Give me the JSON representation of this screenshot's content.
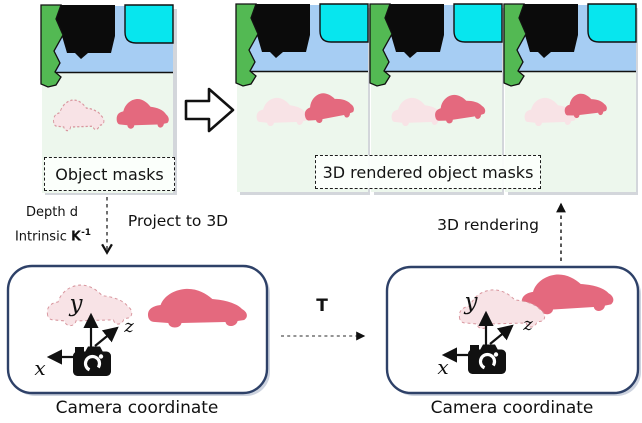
{
  "figure": {
    "top_row": {
      "object_masks_label": "Object masks",
      "rendered_masks_label": "3D rendered object masks"
    },
    "annotations": {
      "depth": "Depth d",
      "intrinsic_prefix": "Intrinsic",
      "intrinsic_symbol": "K",
      "intrinsic_exponent": "-1",
      "project": "Project to 3D",
      "rendering": "3D rendering",
      "transform": "T"
    },
    "coordinate_boxes": {
      "left": {
        "caption": "Camera coordinate"
      },
      "right": {
        "caption": "Camera coordinate"
      }
    },
    "axes": {
      "x": "x",
      "y": "y",
      "z": "z"
    }
  },
  "icons": {
    "camera": "camera-icon",
    "block_arrow": "block-arrow-icon",
    "dashed_down_arrow": "project-arrow-icon",
    "dashed_up_arrow": "render-arrow-icon",
    "dashed_right_arrow": "transform-arrow-icon"
  },
  "colors": {
    "mask_green": "#53b953",
    "mask_sky_blue": "#a6cdf3",
    "mask_cyan": "#07e6ee",
    "mask_black": "#0b0b0b",
    "mask_ground": "#edf7ed",
    "car_light_pink": "#f8e3e6",
    "car_pink_outline": "#d8969e",
    "car_rose": "#e4697e",
    "box_border_navy": "#2e4168",
    "text": "#111111"
  }
}
